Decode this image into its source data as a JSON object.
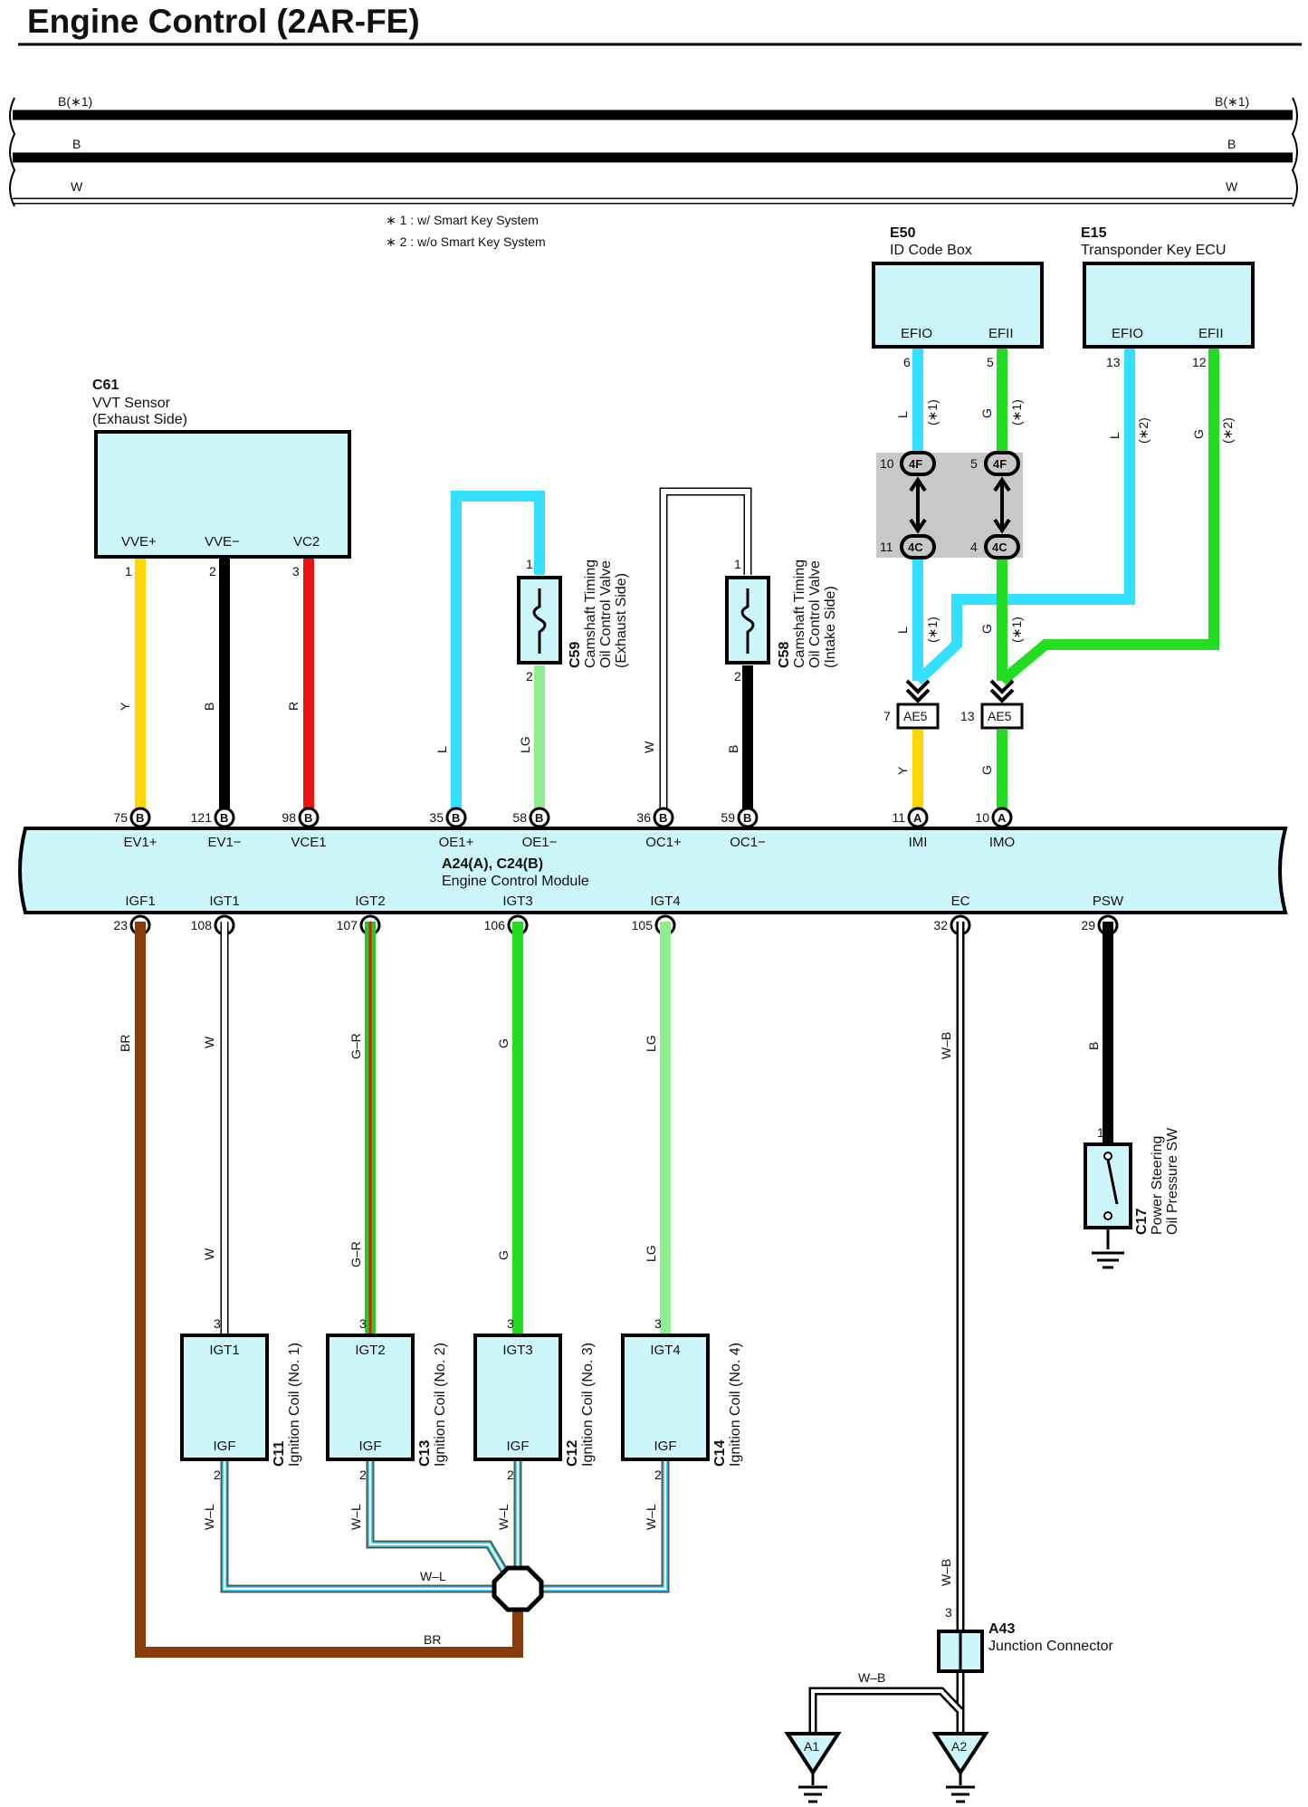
{
  "page": {
    "title": "Engine Control (2AR-FE)"
  },
  "power_lines": [
    {
      "label": "B(∗1)",
      "color": "#000000"
    },
    {
      "label": "B",
      "color": "#000000"
    },
    {
      "label": "W",
      "color": "#ffffff"
    }
  ],
  "notes": [
    "∗ 1 : w/ Smart Key System",
    "∗ 2 : w/o Smart Key System"
  ],
  "wire_colors": {
    "Y": "#ffd700",
    "B": "#000000",
    "R": "#ee1111",
    "L": "#33e0ff",
    "LG": "#90ee90",
    "W": "#ffffff",
    "G": "#22dd22",
    "BR": "#8b3a0a",
    "G-R": "#22cc22",
    "W-L": "#ffffff",
    "W-B": "#ffffff",
    "box_fill": "#ccf6fa"
  },
  "components": {
    "c61": {
      "ref": "C61",
      "name": "VVT Sensor",
      "name2": "(Exhaust Side)",
      "pins": [
        "VVE+",
        "VVE−",
        "VC2"
      ],
      "pin_numbers": [
        "1",
        "2",
        "3"
      ]
    },
    "c59": {
      "ref": "C59",
      "name": "Camshaft Timing",
      "name2": "Oil Control Valve",
      "name3": "(Exhaust Side)",
      "pin_top": "1",
      "pin_bottom": "2"
    },
    "c58": {
      "ref": "C58",
      "name": "Camshaft Timing",
      "name2": "Oil Control Valve",
      "name3": "(Intake Side)",
      "pin_top": "1",
      "pin_bottom": "2"
    },
    "e50": {
      "ref": "E50",
      "name": "ID Code Box",
      "pins": [
        "EFIO",
        "EFII"
      ],
      "pin_numbers": [
        "6",
        "5"
      ]
    },
    "e15": {
      "ref": "E15",
      "name": "Transponder Key ECU",
      "pins": [
        "EFIO",
        "EFII"
      ],
      "pin_numbers": [
        "13",
        "12"
      ]
    },
    "ecm": {
      "ref": "A24(A), C24(B)",
      "name": "Engine Control Module"
    },
    "c17": {
      "ref": "C17",
      "name": "Power Steering",
      "name2": "Oil Pressure SW",
      "pin": "1"
    },
    "a43": {
      "ref": "A43",
      "name": "Junction Connector",
      "pin": "3"
    },
    "a1": {
      "label": "A1"
    },
    "a2": {
      "label": "A2"
    }
  },
  "coils": [
    {
      "ref": "C11",
      "name": "Ignition Coil (No. 1)",
      "top": "IGT1",
      "bottom": "IGF",
      "pin_top": "3",
      "pin_bottom": "2"
    },
    {
      "ref": "C13",
      "name": "Ignition Coil (No. 2)",
      "top": "IGT2",
      "bottom": "IGF",
      "pin_top": "3",
      "pin_bottom": "2"
    },
    {
      "ref": "C12",
      "name": "Ignition Coil (No. 3)",
      "top": "IGT3",
      "bottom": "IGF",
      "pin_top": "3",
      "pin_bottom": "2"
    },
    {
      "ref": "C14",
      "name": "Ignition Coil (No. 4)",
      "top": "IGT4",
      "bottom": "IGF",
      "pin_top": "3",
      "pin_bottom": "2"
    }
  ],
  "ecm_top_pins": [
    {
      "num": "75",
      "conn": "B",
      "name": "EV1+"
    },
    {
      "num": "121",
      "conn": "B",
      "name": "EV1−"
    },
    {
      "num": "98",
      "conn": "B",
      "name": "VCE1"
    },
    {
      "num": "35",
      "conn": "B",
      "name": "OE1+"
    },
    {
      "num": "58",
      "conn": "B",
      "name": "OE1−"
    },
    {
      "num": "36",
      "conn": "B",
      "name": "OC1+"
    },
    {
      "num": "59",
      "conn": "B",
      "name": "OC1−"
    },
    {
      "num": "11",
      "conn": "A",
      "name": "IMI"
    },
    {
      "num": "10",
      "conn": "A",
      "name": "IMO"
    }
  ],
  "ecm_bottom_pins": [
    {
      "num": "23",
      "conn": "B",
      "name": "IGF1"
    },
    {
      "num": "108",
      "conn": "B",
      "name": "IGT1"
    },
    {
      "num": "107",
      "conn": "B",
      "name": "IGT2"
    },
    {
      "num": "106",
      "conn": "B",
      "name": "IGT3"
    },
    {
      "num": "105",
      "conn": "B",
      "name": "IGT4"
    },
    {
      "num": "32",
      "conn": "A",
      "name": "EC"
    },
    {
      "num": "29",
      "conn": "B",
      "name": "PSW"
    }
  ],
  "connectors": {
    "imi_upper": {
      "conn": "4F",
      "pin": "10"
    },
    "imi_lower": {
      "conn": "4C",
      "pin": "11"
    },
    "imo_upper": {
      "conn": "4F",
      "pin": "5"
    },
    "imo_lower": {
      "conn": "4C",
      "pin": "4"
    },
    "imi_ae5": {
      "label": "AE5",
      "pin": "7"
    },
    "imo_ae5": {
      "label": "AE5",
      "pin": "13"
    }
  },
  "wire_labels": {
    "vve_plus": "Y",
    "vve_minus": "B",
    "vc2": "R",
    "oe1p": "L",
    "oe1m": "LG",
    "oc1p": "W",
    "oc1m": "B",
    "e50_l": "L",
    "e50_l_note": "(∗1)",
    "e50_g": "G",
    "e50_g_note": "(∗1)",
    "e15_l": "L",
    "e15_l_note": "(∗2)",
    "e15_g": "G",
    "e15_g_note": "(∗2)",
    "imi_l": "L",
    "imi_l_note": "(∗1)",
    "imo_g": "G",
    "imo_g_note": "(∗1)",
    "imi_y": "Y",
    "imo_g2": "G",
    "igf1": "BR",
    "igt1": "W",
    "igt2": "G–R",
    "igt3": "G",
    "igt4": "LG",
    "ec": "W–B",
    "psw": "B",
    "igt1_low": "W",
    "igt2_low": "G–R",
    "igt3_low": "G",
    "igt4_low": "LG",
    "igf_c11": "W–L",
    "igf_c13": "W–L",
    "igf_c12": "W–L",
    "igf_c14": "W–L",
    "igf_bus": "W–L",
    "br_bottom": "BR",
    "ec_low": "W–B",
    "a1_wire": "W–B"
  }
}
